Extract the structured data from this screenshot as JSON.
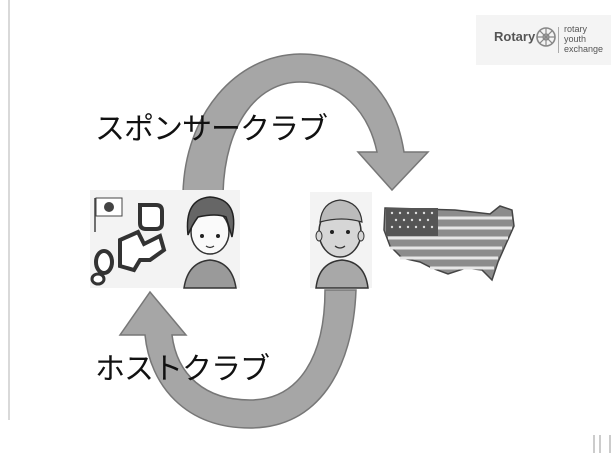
{
  "slide": {
    "sponsor_label": "スポンサークラブ",
    "host_label": "ホストクラブ"
  },
  "logo": {
    "brand": "Rotary",
    "tagline": "rotary\nyouth\nexchange"
  },
  "colors": {
    "arrow_fill": "#a6a6a6",
    "arrow_stroke": "#777777",
    "text": "#111111"
  },
  "icons": [
    "rotary-wheel-icon",
    "japan-map-icon",
    "japanese-student-icon",
    "american-student-icon",
    "usa-flag-map-icon"
  ]
}
